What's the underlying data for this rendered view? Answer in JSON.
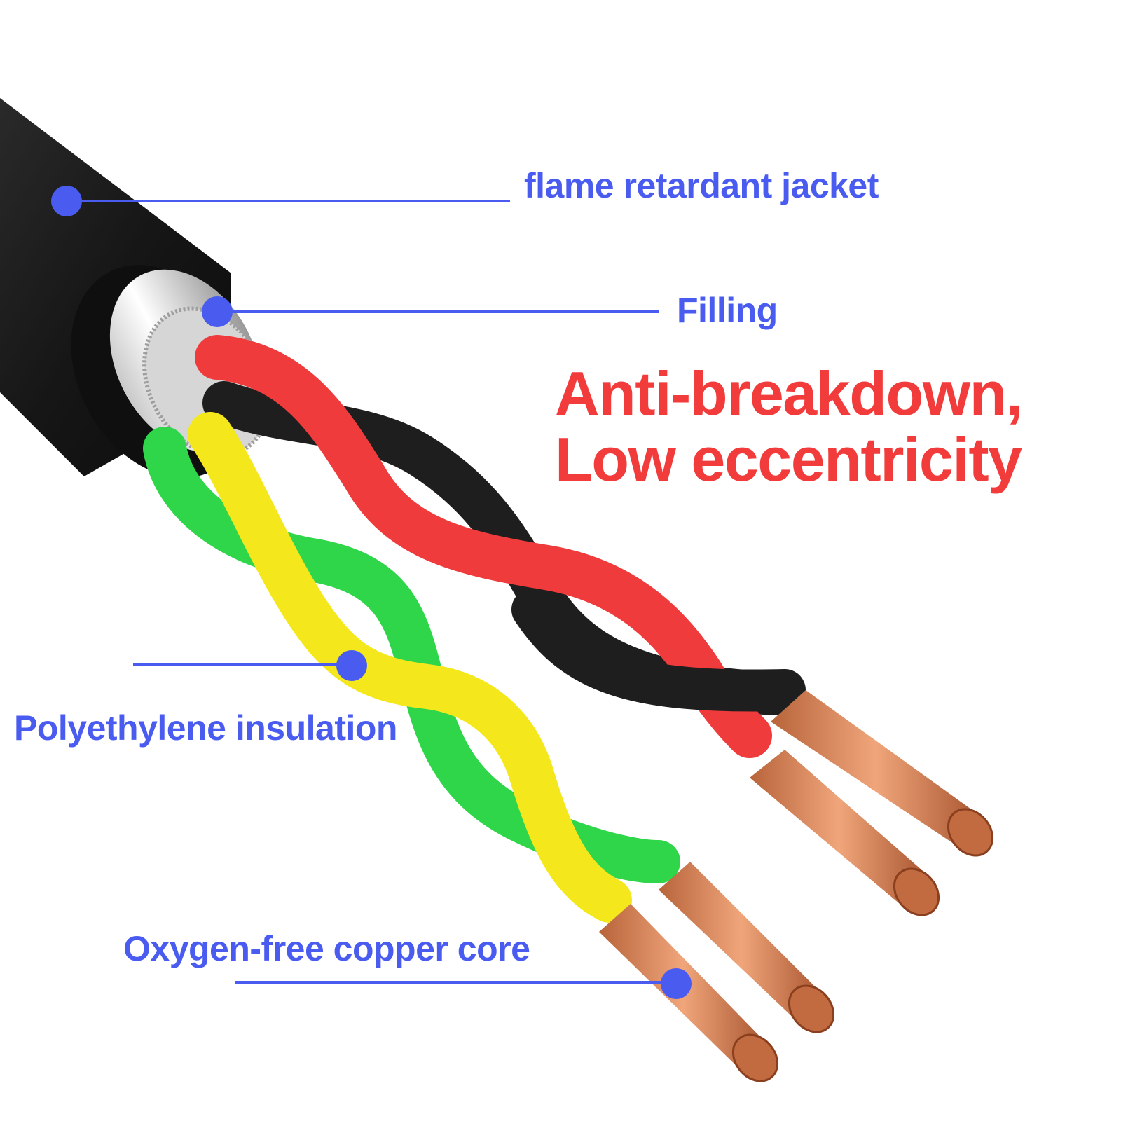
{
  "colors": {
    "accent": "#4a5cf0",
    "highlight": "#f23c3c",
    "jacket": "#1b1b1b",
    "wire_red": "#ef3b3b",
    "wire_black": "#1e1e1e",
    "wire_green": "#2fd64a",
    "wire_yellow": "#f4e81c",
    "copper": "#d98a5e"
  },
  "callouts": {
    "jacket": "flame retardant jacket",
    "filling": "Filling",
    "insulation": "Polyethylene insulation",
    "core": "Oxygen-free copper core"
  },
  "headline": {
    "line1": "Anti-breakdown,",
    "line2": "Low eccentricity"
  },
  "icons": {
    "callout_marker": "dot-marker-icon"
  }
}
